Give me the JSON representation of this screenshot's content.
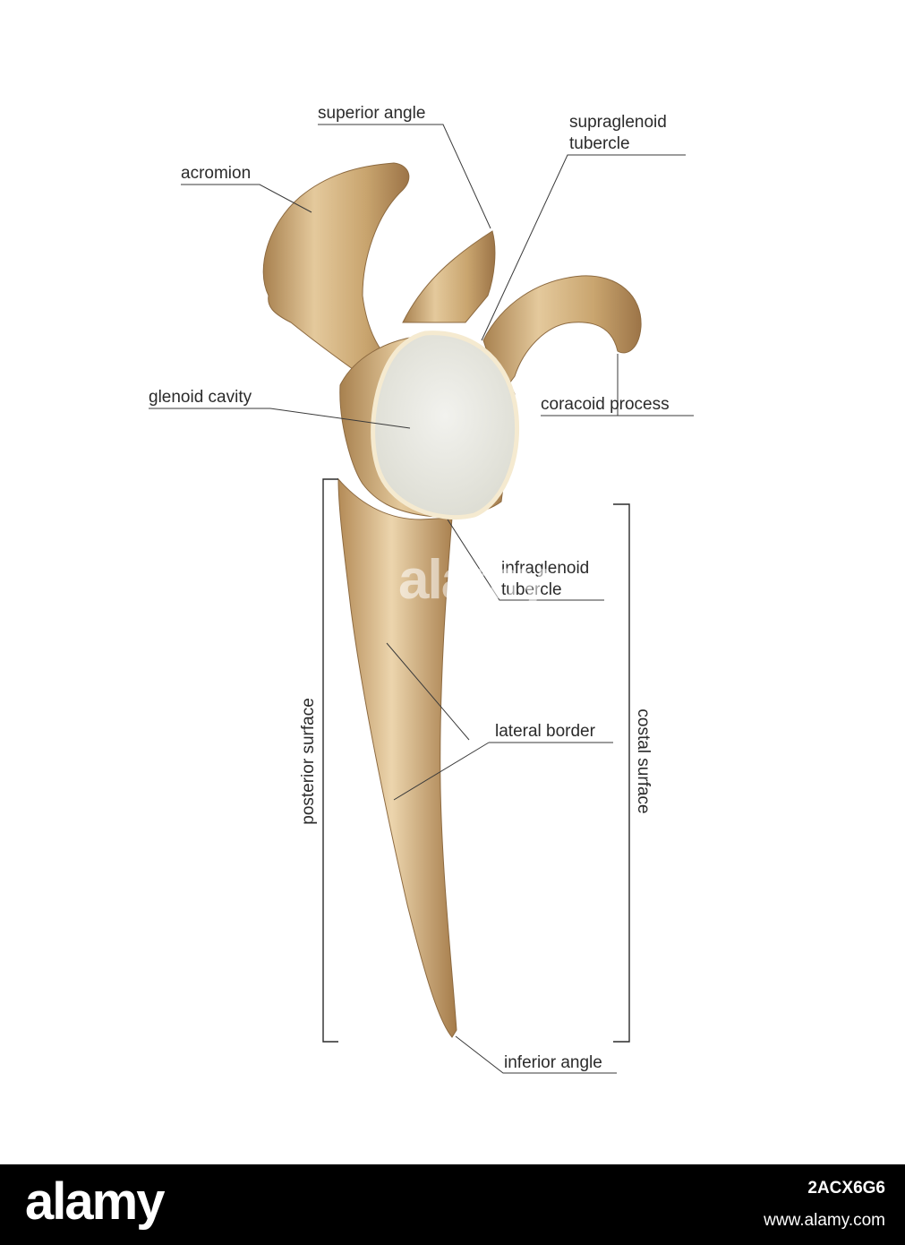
{
  "labels": {
    "superior_angle": "superior angle",
    "supraglenoid_1": "supraglenoid",
    "supraglenoid_2": "tubercle",
    "acromion": "acromion",
    "glenoid_cavity": "glenoid cavity",
    "coracoid_process": "coracoid process",
    "infraglenoid_1": "infraglenoid",
    "infraglenoid_2": "tubercle",
    "lateral_border": "lateral border",
    "posterior_surface": "posterior surface",
    "costal_surface": "costal surface",
    "inferior_angle": "inferior angle"
  },
  "colors": {
    "bone": "#cfae7f",
    "bone_light": "#efdcb8",
    "bone_dark": "#9c7447",
    "cartilage": "#ecece6",
    "text": "#2b2b2b"
  },
  "footer": {
    "brand": "alamy",
    "image_id": "2ACX6G6",
    "url": "www.alamy.com"
  },
  "watermark": "alamy"
}
